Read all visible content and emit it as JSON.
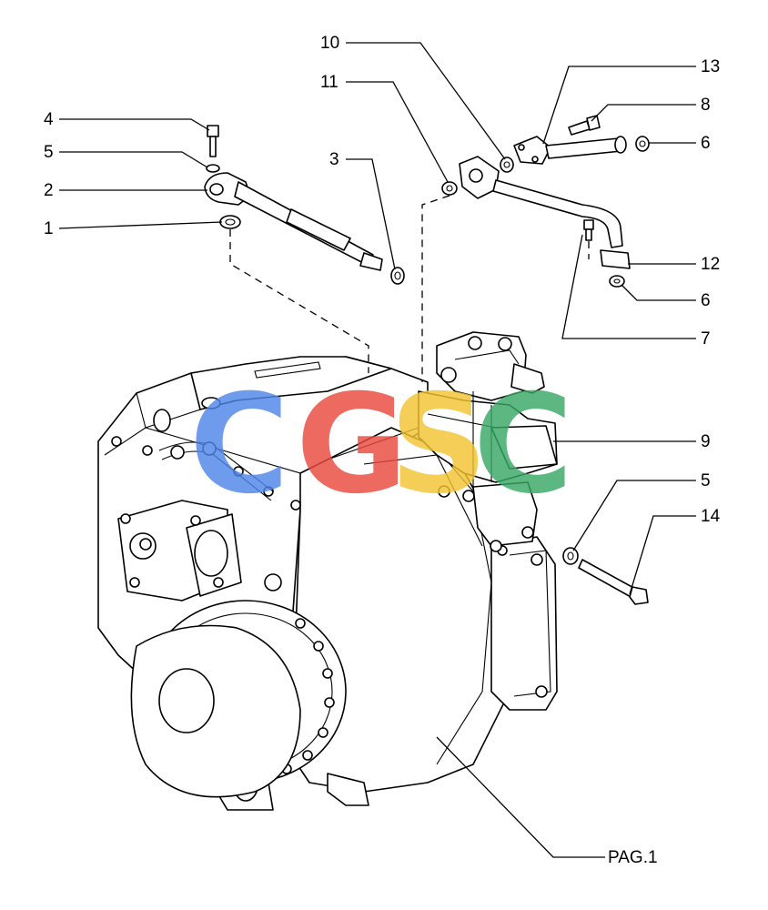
{
  "callouts": [
    {
      "id": "c10",
      "label": "10"
    },
    {
      "id": "c11",
      "label": "11"
    },
    {
      "id": "c13",
      "label": "13"
    },
    {
      "id": "c8",
      "label": "8"
    },
    {
      "id": "c6a",
      "label": "6"
    },
    {
      "id": "c4",
      "label": "4"
    },
    {
      "id": "c5a",
      "label": "5"
    },
    {
      "id": "c3",
      "label": "3"
    },
    {
      "id": "c2",
      "label": "2"
    },
    {
      "id": "c1",
      "label": "1"
    },
    {
      "id": "c12",
      "label": "12"
    },
    {
      "id": "c6b",
      "label": "6"
    },
    {
      "id": "c7",
      "label": "7"
    },
    {
      "id": "c9",
      "label": "9"
    },
    {
      "id": "c5b",
      "label": "5"
    },
    {
      "id": "c14",
      "label": "14"
    },
    {
      "id": "cpag",
      "label": "PAG.1"
    }
  ],
  "watermark": {
    "letters": [
      "C",
      "G",
      "S",
      "C"
    ],
    "colors": [
      "#4f86e8",
      "#e84a3c",
      "#f2c431",
      "#3aa866"
    ]
  }
}
